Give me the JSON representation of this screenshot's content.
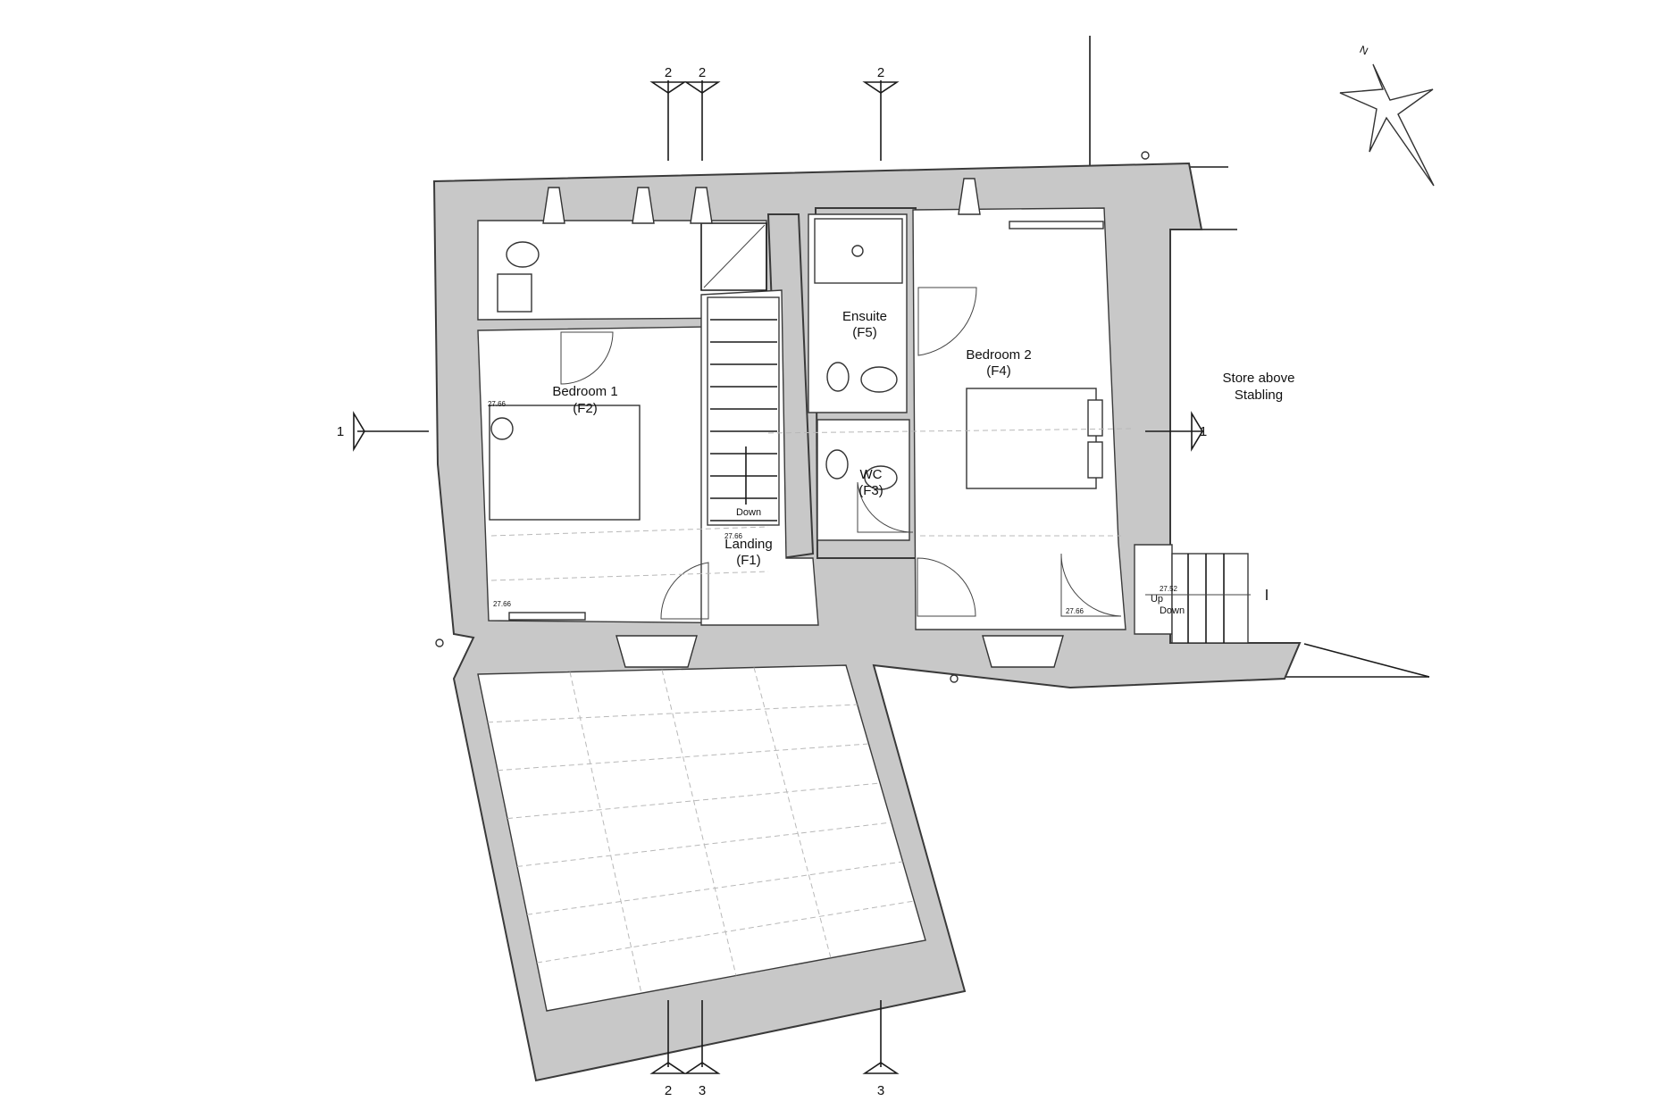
{
  "rooms": {
    "bedroom_1": {
      "name": "Bedroom 1",
      "code": "(F2)"
    },
    "landing": {
      "name": "Landing",
      "code": "(F1)"
    },
    "wc": {
      "name": "WC",
      "code": "(F3)"
    },
    "ensuite": {
      "name": "Ensuite",
      "code": "(F5)"
    },
    "bedroom_2": {
      "name": "Bedroom 2",
      "code": "(F4)"
    },
    "store": {
      "line1": "Store above",
      "line2": "Stabling"
    }
  },
  "stairs": {
    "internal_label": "Down",
    "external_up": "Up",
    "external_down": "Down"
  },
  "levels": [
    "27.66",
    "27.66",
    "27.66",
    "27.66",
    "27.52"
  ],
  "section_markers": [
    "1",
    "1",
    "2",
    "2",
    "2",
    "2",
    "3",
    "3"
  ],
  "north_arrow": {
    "letter": "N"
  }
}
